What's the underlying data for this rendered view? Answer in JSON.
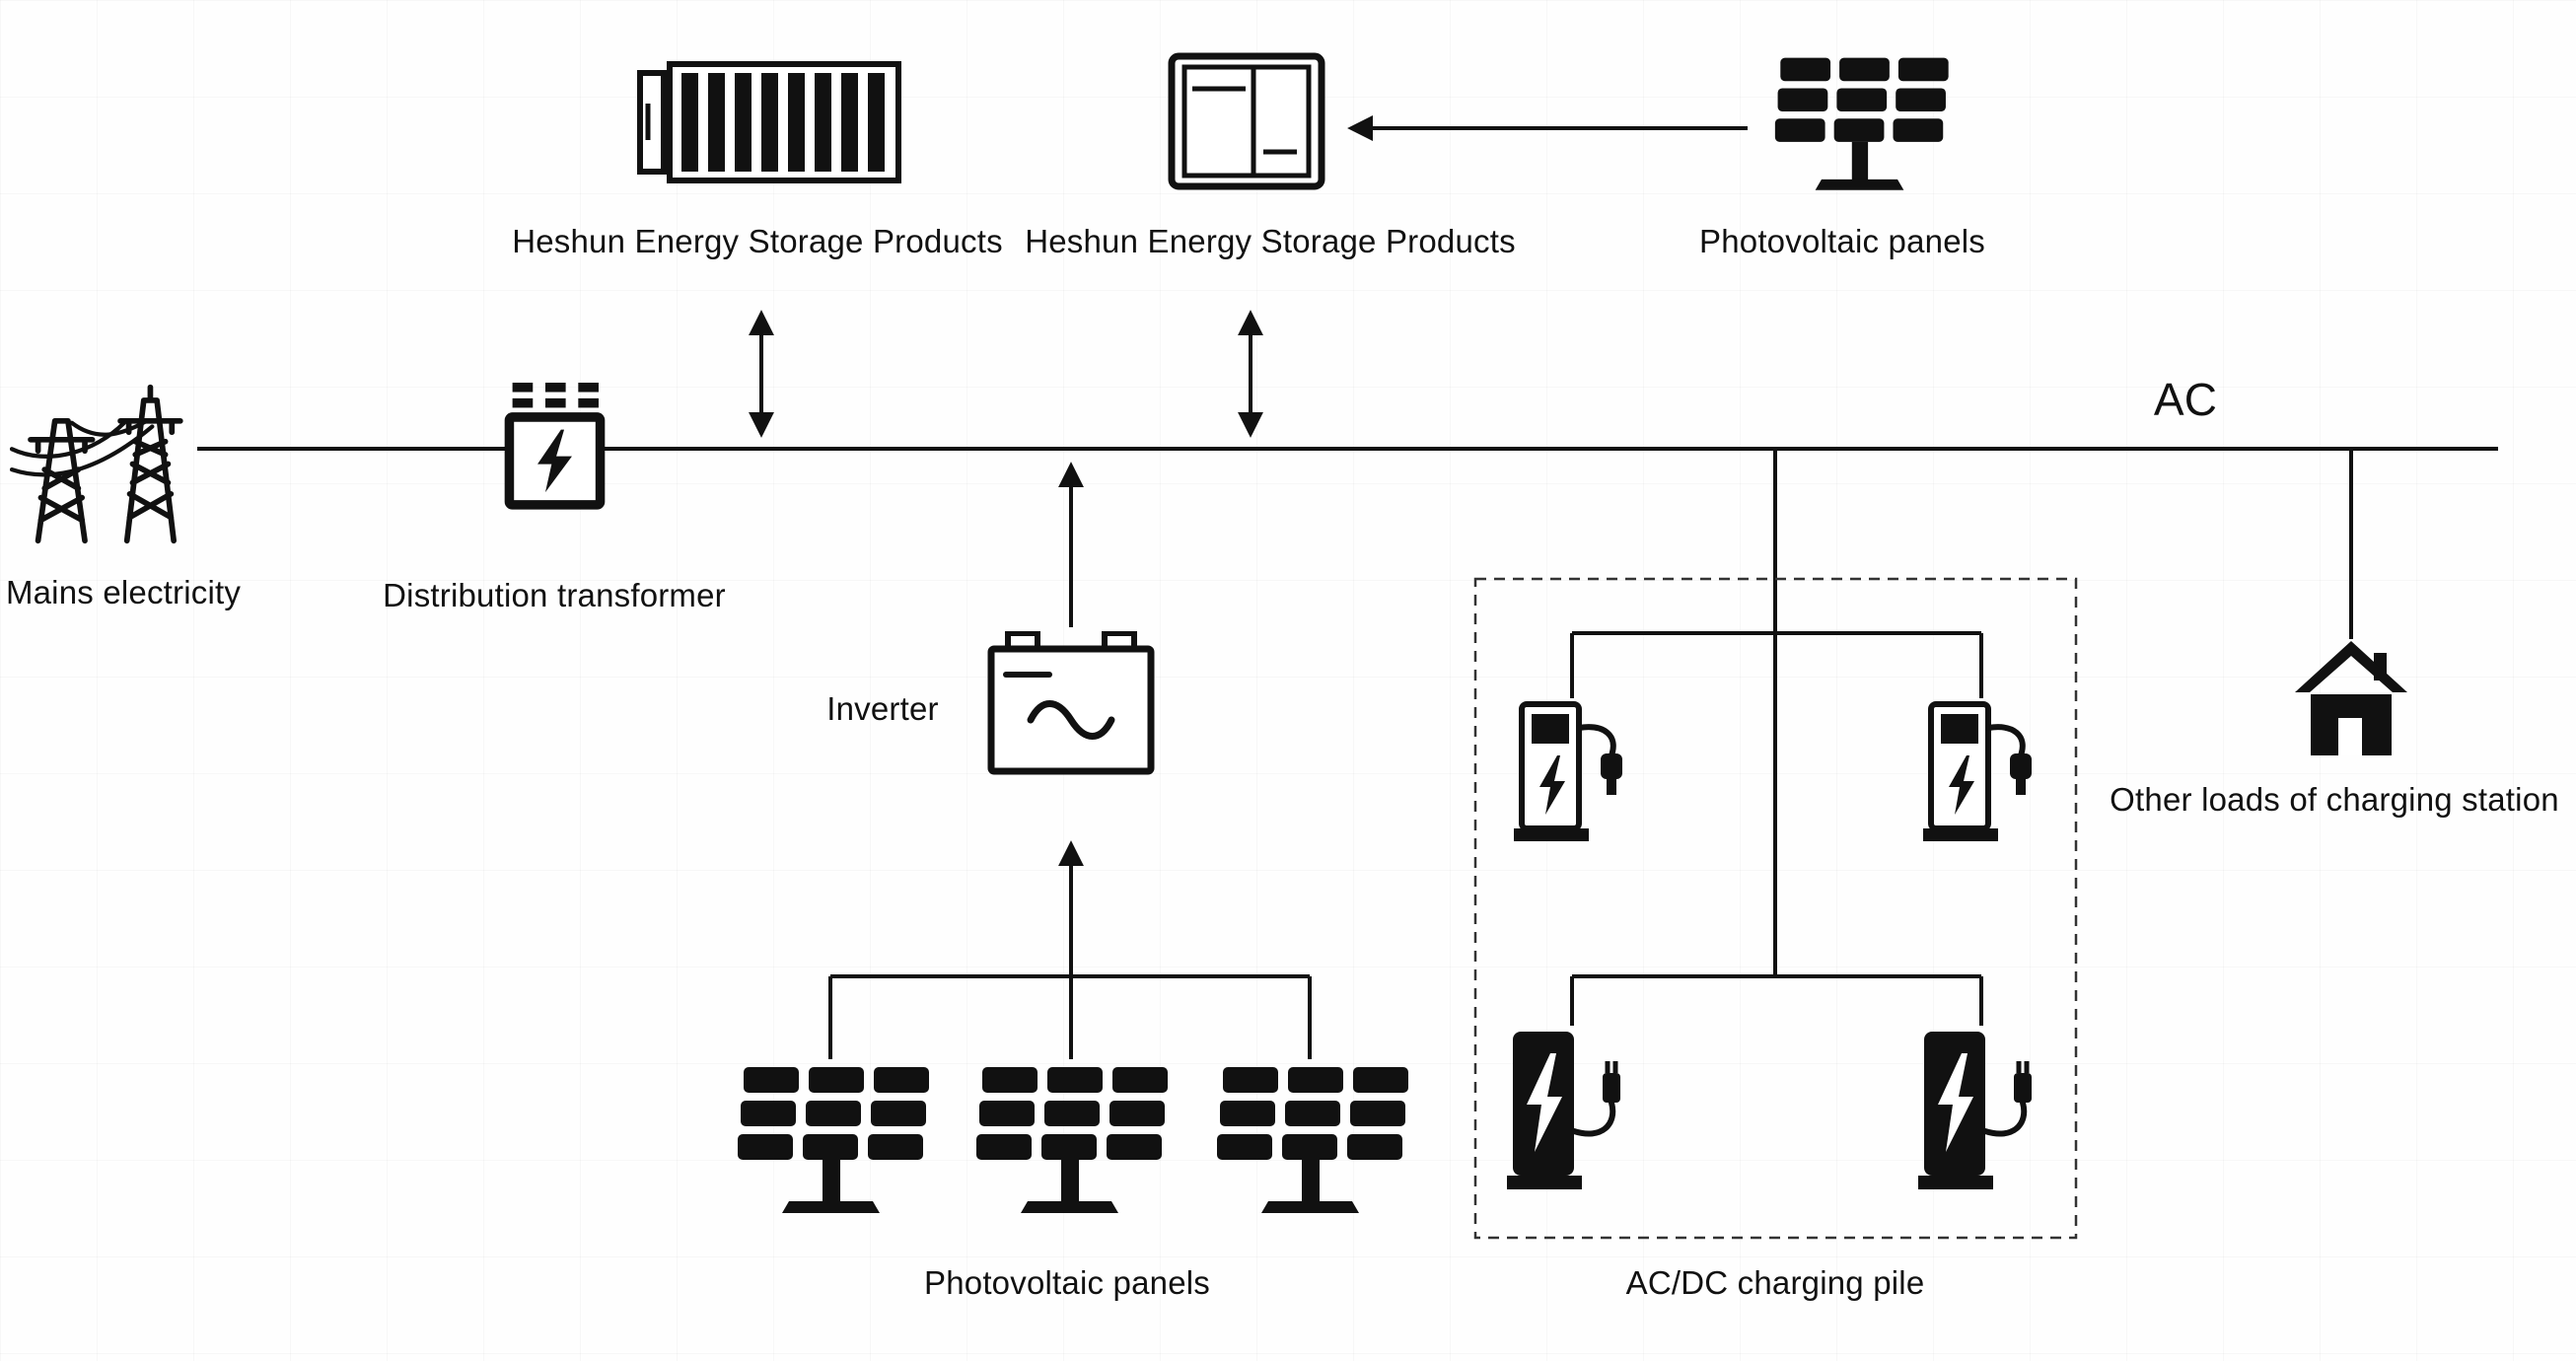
{
  "diagram": {
    "labels": {
      "storage_container": "Heshun Energy Storage Products",
      "storage_cabinet": "Heshun Energy Storage Products",
      "pv_top": "Photovoltaic panels",
      "mains": "Mains electricity",
      "transformer": "Distribution transformer",
      "ac_bus": "AC",
      "inverter": "Inverter",
      "pv_bottom": "Photovoltaic panels",
      "charging_pile": "AC/DC charging pile",
      "other_loads": "Other loads of charging station"
    },
    "colors": {
      "line": "#111111",
      "background": "#fefefe"
    }
  }
}
